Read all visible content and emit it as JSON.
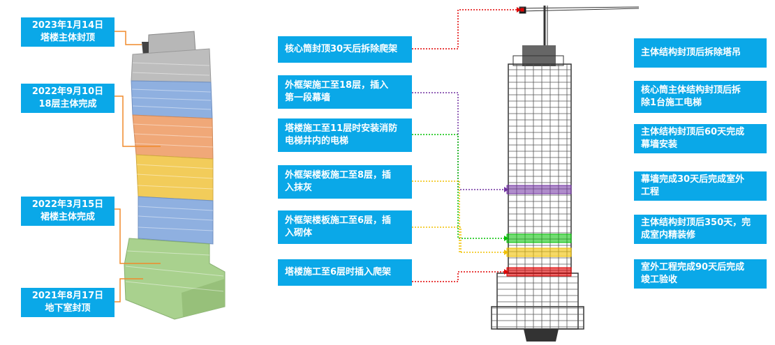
{
  "milestones": [
    {
      "date": "2023年1月14日",
      "event": "塔楼主体封顶"
    },
    {
      "date": "2022年9月10日",
      "event": "18层主体完成"
    },
    {
      "date": "2022年3月15日",
      "event": "裙楼主体完成"
    },
    {
      "date": "2021年8月17日",
      "event": "地下室封顶"
    }
  ],
  "process_notes": [
    {
      "line1": "核心筒封顶30天后拆除爬架",
      "line2": ""
    },
    {
      "line1": "外框架施工至18层，插入",
      "line2": "第一段幕墙"
    },
    {
      "line1": "塔楼施工至11层时安装消防",
      "line2": "电梯井内的电梯"
    },
    {
      "line1": "外框架楼板施工至8层，插",
      "line2": "入抹灰"
    },
    {
      "line1": "外框架楼板施工至6层，插",
      "line2": "入砌体"
    },
    {
      "line1": "塔楼施工至6层时插入爬架",
      "line2": ""
    }
  ],
  "post_topout_notes": [
    {
      "line1": "主体结构封顶后拆除塔吊",
      "line2": ""
    },
    {
      "line1": "核心筒主体结构封顶后拆",
      "line2": "除1台施工电梯"
    },
    {
      "line1": "主体结构封顶后60天完成",
      "line2": "幕墙安装"
    },
    {
      "line1": "幕墙完成30天后完成室外",
      "line2": "工程"
    },
    {
      "line1": "主体结构封顶后350天，完",
      "line2": "成室内精装修"
    },
    {
      "line1": "室外工程完成90天后完成",
      "line2": "竣工验收"
    }
  ],
  "colors": {
    "box": "#0aa8e8",
    "connector_orange": "#f08a2c",
    "zone_gray": "#b7b7b7",
    "zone_blue": "#8fb0e0",
    "zone_orange": "#f0a878",
    "zone_yellow": "#f2cc5a",
    "zone_green": "#a9d18e",
    "band_purple": "#7030a0",
    "band_green": "#00c000",
    "band_yellow": "#f0c000",
    "band_red": "#e00000"
  }
}
